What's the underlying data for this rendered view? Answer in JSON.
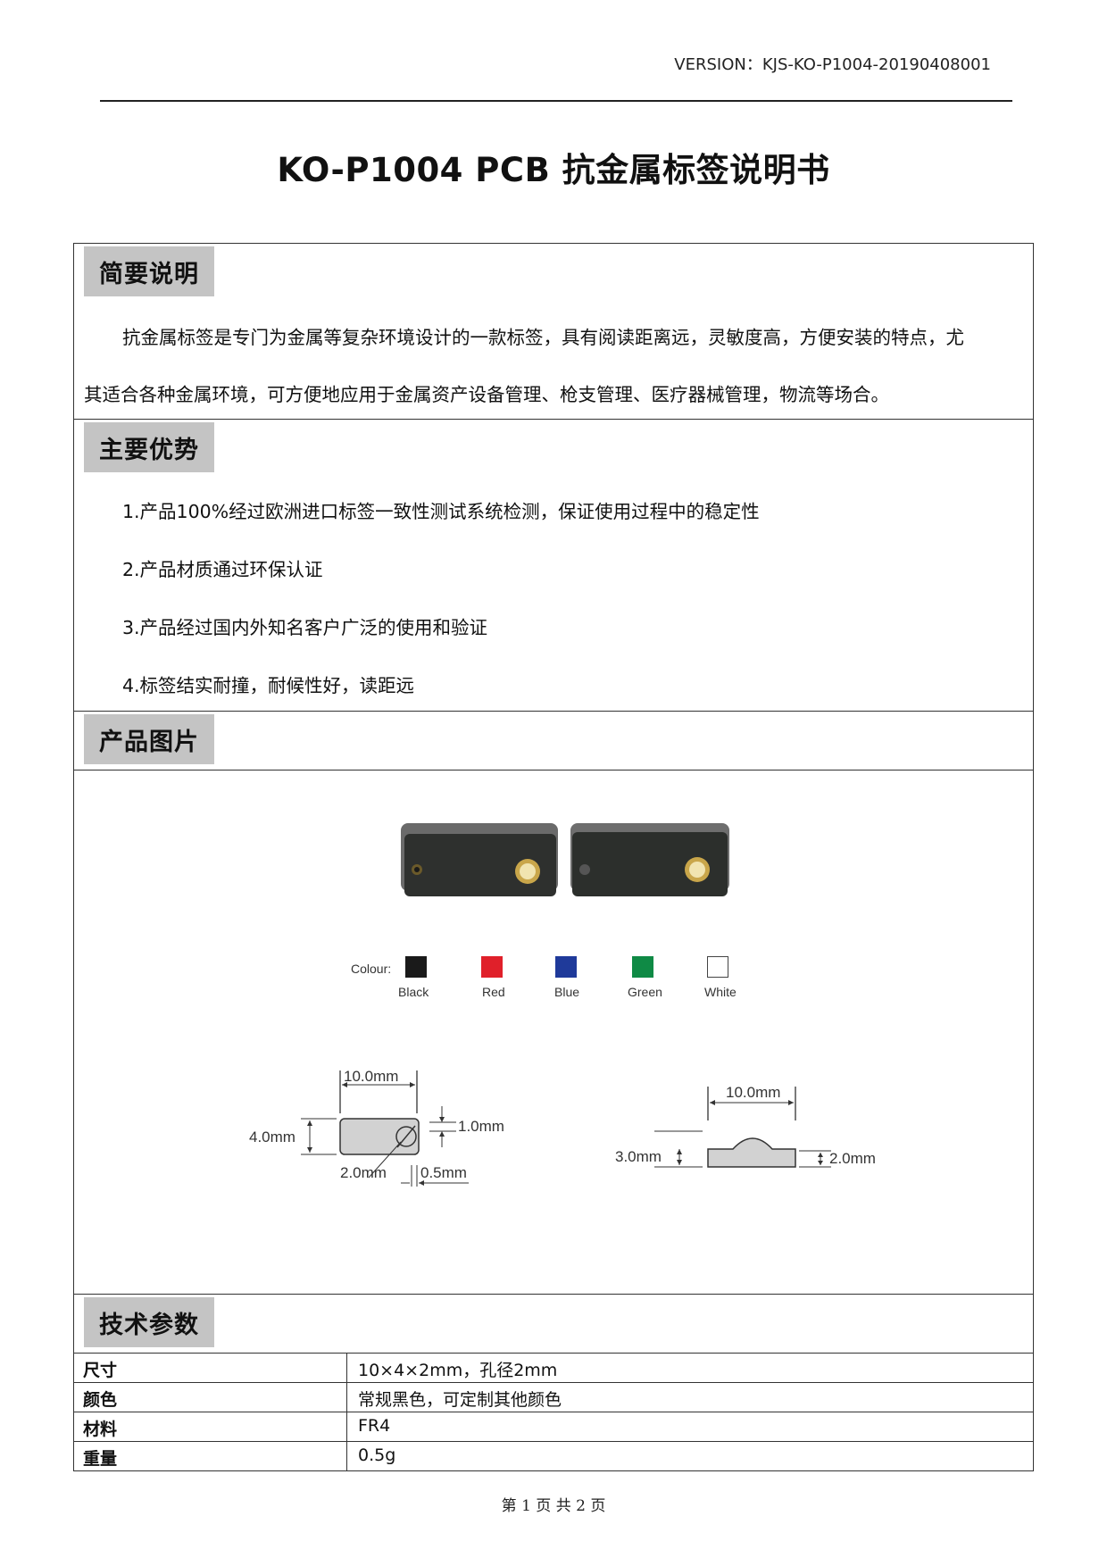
{
  "version_text": "VERSION：KJS-KO-P1004-20190408001",
  "title": "KO-P1004 PCB 抗金属标签说明书",
  "sections": {
    "intro": {
      "heading": "简要说明",
      "line1": "抗金属标签是专门为金属等复杂环境设计的一款标签，具有阅读距离远，灵敏度高，方便安装的特点，尤",
      "line2": "其适合各种金属环境，可方便地应用于金属资产设备管理、枪支管理、医疗器械管理，物流等场合。"
    },
    "advantages": {
      "heading": "主要优势",
      "items": [
        "1.产品100%经过欧洲进口标签一致性测试系统检测，保证使用过程中的稳定性",
        "2.产品材质通过环保认证",
        "3.产品经过国内外知名客户广泛的使用和验证",
        "4.标签结实耐撞，耐候性好，读距远"
      ]
    },
    "images": {
      "heading": "产品图片",
      "colour_label": "Colour:",
      "colours": [
        {
          "name": "Black",
          "hex": "#1a1a1a"
        },
        {
          "name": "Red",
          "hex": "#e0202a"
        },
        {
          "name": "Blue",
          "hex": "#1f3a9a"
        },
        {
          "name": "Green",
          "hex": "#0f8a45"
        },
        {
          "name": "White",
          "hex": "#ffffff"
        }
      ],
      "dims_top": {
        "length": "10.0mm",
        "height": "4.0mm",
        "edge": "1.0mm",
        "hole": "2.0mm",
        "gap": "0.5mm"
      },
      "dims_side": {
        "length": "10.0mm",
        "thickness": "3.0mm",
        "base": "2.0mm"
      }
    },
    "specs": {
      "heading": "技术参数",
      "rows": [
        {
          "key": "尺寸",
          "value": "10×4×2mm，孔径2mm"
        },
        {
          "key": "颜色",
          "value": "常规黑色，可定制其他颜色"
        },
        {
          "key": "材料",
          "value": "FR4"
        },
        {
          "key": "重量",
          "value": "0.5g"
        }
      ]
    }
  },
  "footer": "第 1 页 共 2 页"
}
